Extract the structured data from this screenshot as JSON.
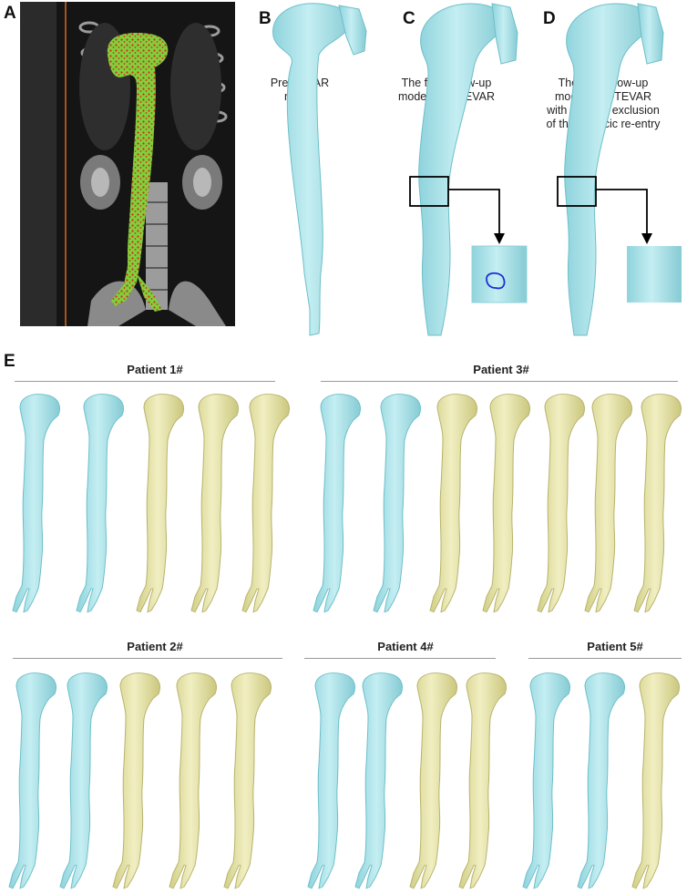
{
  "panels": {
    "a": {
      "letter": "A"
    },
    "b": {
      "letter": "B",
      "label_line1": "Pre-TEVAR",
      "label_line2": "model"
    },
    "c": {
      "letter": "C",
      "label_line1": "The first follow-up",
      "label_line2": "model post-TEVAR"
    },
    "d": {
      "letter": "D",
      "label_line1": "The first follow-up",
      "label_line2": "model post-TEVAR",
      "label_line3": "with virtually exclusion",
      "label_line4": "of the thoracic re-entry"
    },
    "e": {
      "letter": "E"
    }
  },
  "patients": {
    "p1": "Patient 1#",
    "p2": "Patient 2#",
    "p3": "Patient 3#",
    "p4": "Patient 4#",
    "p5": "Patient 5#"
  },
  "colors": {
    "cyan_model": "#a9e3ea",
    "cyan_edge": "#6cbfc9",
    "yellow_model": "#e6e3a4",
    "yellow_edge": "#b7b36c",
    "ct_background": "#1a1a1a",
    "aorta_green": "#7fd13b",
    "aorta_red": "#d8281e",
    "zoom_highlight": "#1c2fd6"
  }
}
